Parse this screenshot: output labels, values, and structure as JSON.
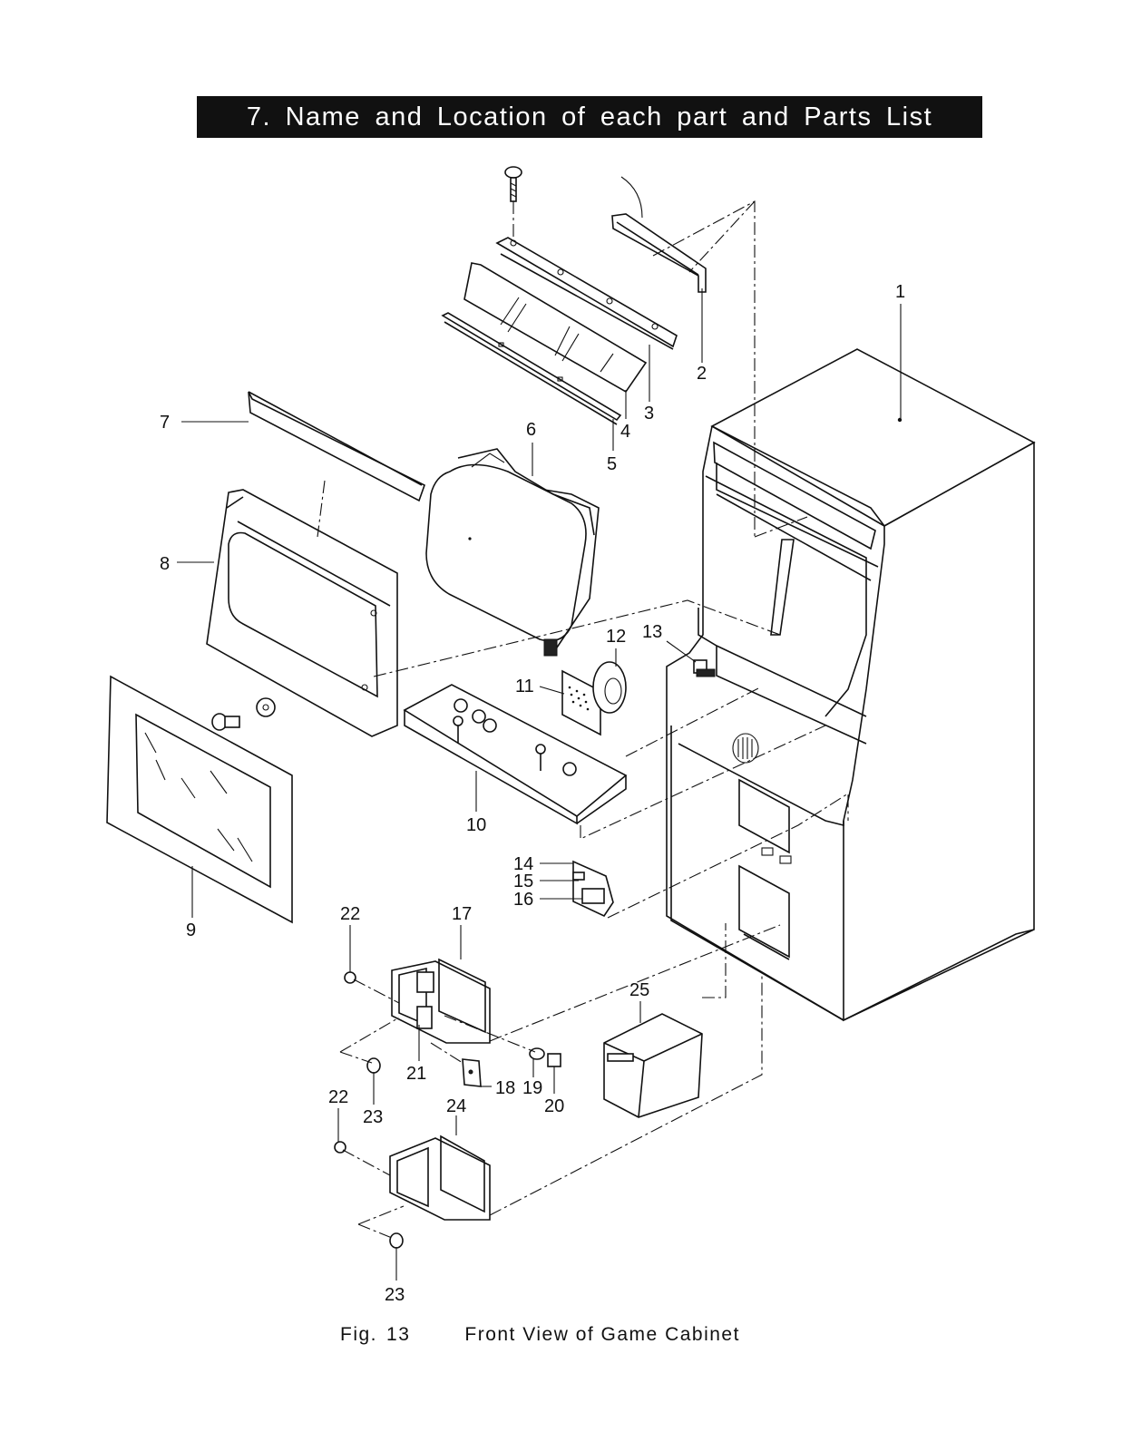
{
  "section_title": "7. Name and Location of each part and Parts List",
  "caption": {
    "figure_label": "Fig.",
    "figure_number": "13",
    "text": "Front View of Game Cabinet"
  },
  "part_numbers": [
    "1",
    "2",
    "3",
    "4",
    "5",
    "6",
    "7",
    "8",
    "9",
    "10",
    "11",
    "12",
    "13",
    "14",
    "15",
    "16",
    "17",
    "18",
    "19",
    "20",
    "21",
    "22",
    "23",
    "24",
    "25"
  ],
  "duplicate_labels": [
    "22",
    "23"
  ]
}
